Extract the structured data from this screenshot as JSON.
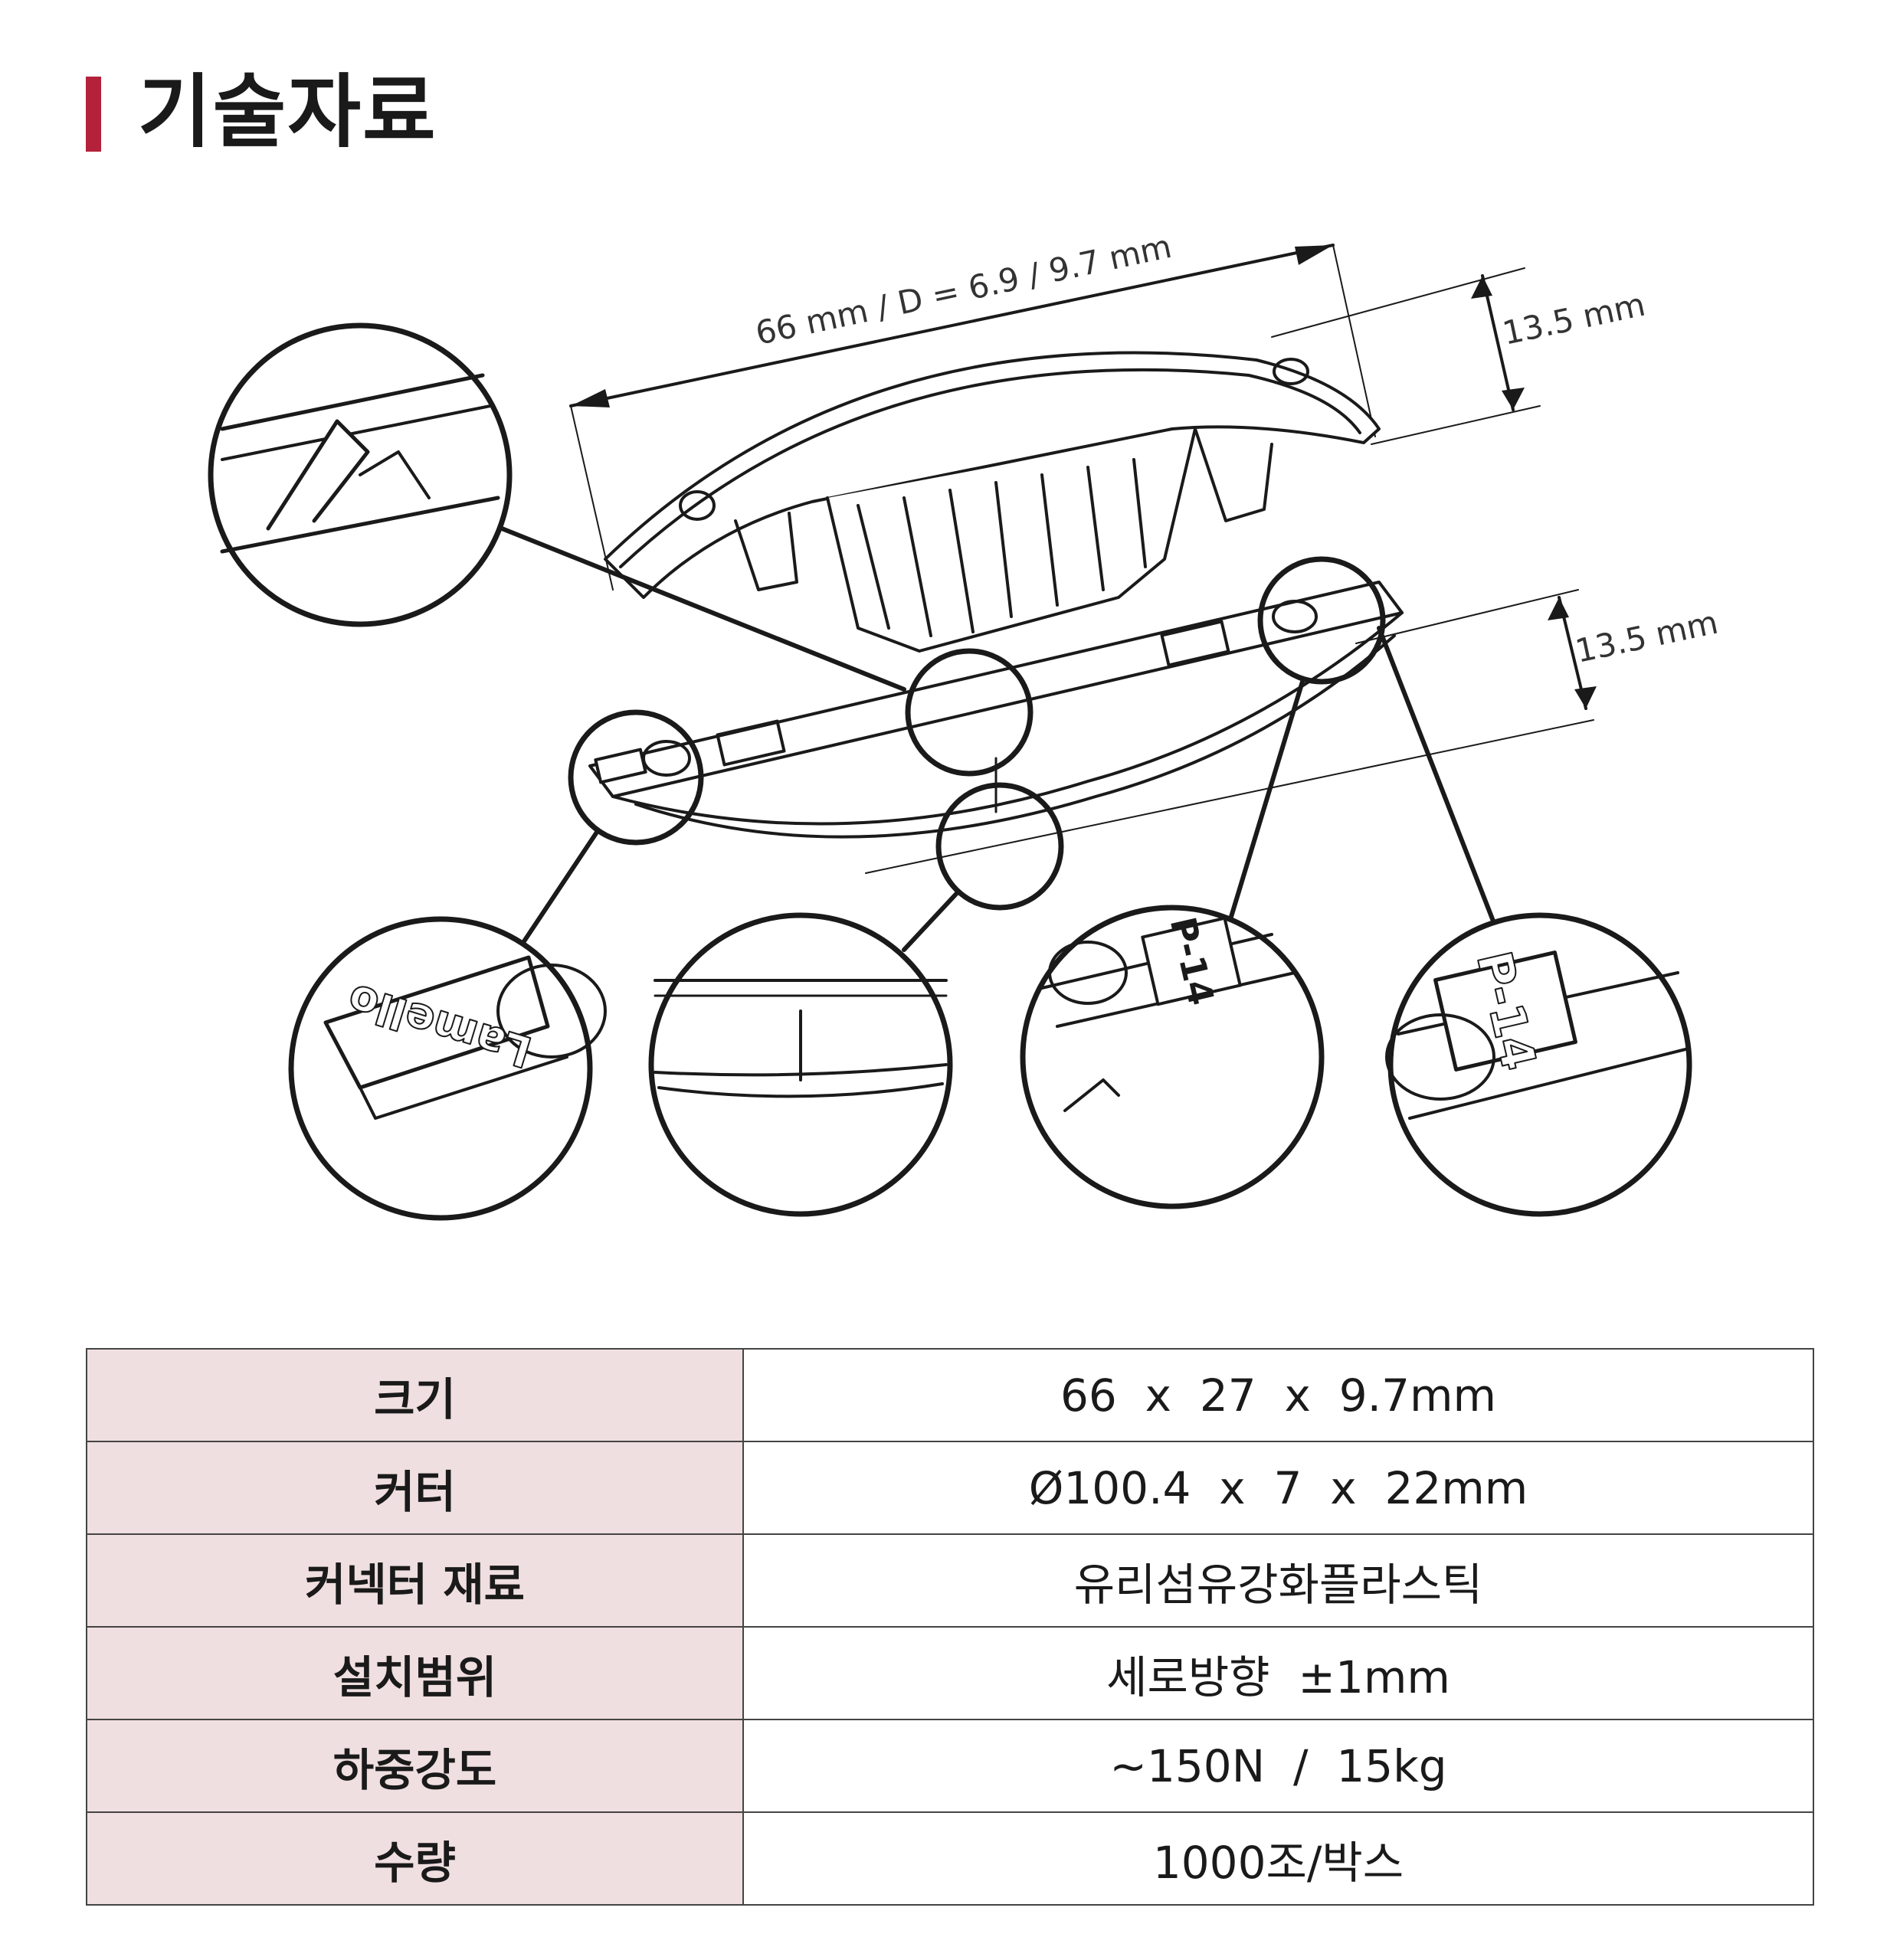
{
  "heading": {
    "title": "기술자료"
  },
  "diagram": {
    "dim_length": "66 mm / D = 6.9 / 9.7 mm",
    "dim_height_top": "13.5 mm",
    "dim_height_bottom": "13.5 mm",
    "brand_mark": "Lamello",
    "part_code": "P-14"
  },
  "specs": [
    {
      "label": "크기",
      "value": "66  x  27  x  9.7mm"
    },
    {
      "label": "커터",
      "value": "Ø100.4  x  7  x  22mm"
    },
    {
      "label": "커넥터 재료",
      "value": "유리섬유강화플라스틱"
    },
    {
      "label": "설치범위",
      "value": "세로방향  ±1mm"
    },
    {
      "label": "하중강도",
      "value": "~150N  /  15kg"
    },
    {
      "label": "수량",
      "value": "1000조/박스"
    }
  ],
  "colors": {
    "accent": "#b4213a",
    "label_bg": "#f0dfe0",
    "border": "#444444"
  }
}
